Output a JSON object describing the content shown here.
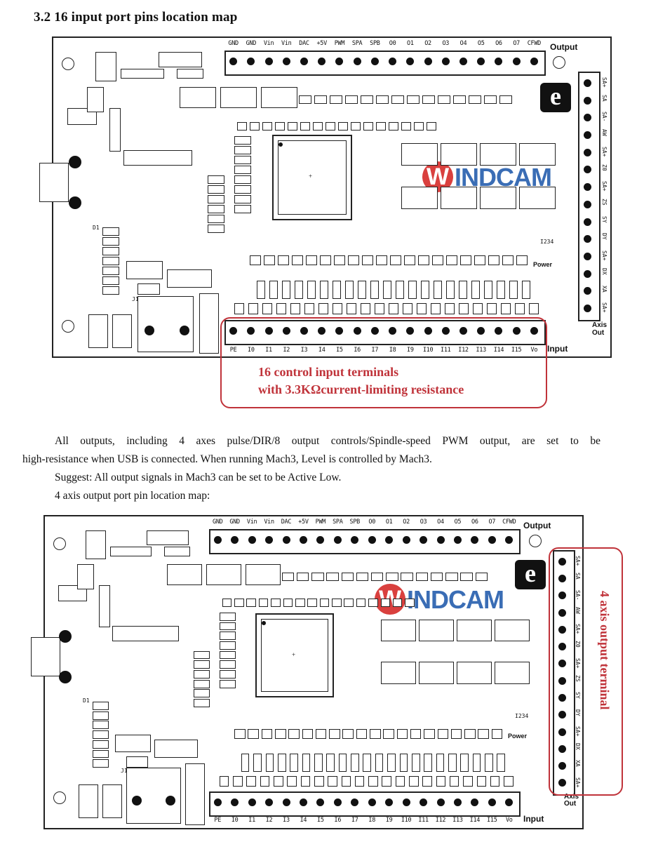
{
  "heading": "3.2 16 input port pins location map",
  "top_terminals": [
    "GND",
    "GND",
    "Vin",
    "Vin",
    "DAC",
    "+5V",
    "PWM",
    "SPA",
    "SPB",
    "O0",
    "O1",
    "O2",
    "O3",
    "O4",
    "O5",
    "O6",
    "O7",
    "CFWD"
  ],
  "bottom_terminals": [
    "PE",
    "I0",
    "I1",
    "I2",
    "I3",
    "I4",
    "I5",
    "I6",
    "I7",
    "I8",
    "I9",
    "I10",
    "I11",
    "I12",
    "I13",
    "I14",
    "I15",
    "Vo"
  ],
  "side_terminals": [
    "SA+",
    "SA",
    "SA-",
    "AW",
    "SA+",
    "Z0",
    "SA+",
    "ZS",
    "SY",
    "DY",
    "SA+",
    "DX",
    "XA",
    "SA+"
  ],
  "labels": {
    "output": "Output",
    "input": "Input",
    "axis_out_1": "Axis",
    "axis_out_2": "Out",
    "power": "Power",
    "windcam_w": "W",
    "windcam_rest": "INDCAM",
    "e_logo": "e",
    "j1": "J1",
    "d1": "D1",
    "code": "I234"
  },
  "callout_inputs_line1": "16 control input terminals",
  "callout_inputs_line2": "with 3.3KΩcurrent-limiting resistance",
  "paragraph1_line1": "All outputs, including 4 axes pulse/DIR/8 output controls/Spindle-speed PWM output, are set to be",
  "paragraph1_line2": "high-resistance when USB is connected. When running Mach3, Level is controlled by Mach3.",
  "paragraph2": "Suggest: All output signals in Mach3 can be set to be Active Low.",
  "paragraph3": "4 axis output port pin location map:",
  "callout_axis": "4 axis output terminal",
  "colors": {
    "accent_red": "#c0333a",
    "logo_blue": "#3a6db5",
    "logo_red": "#d9403e"
  }
}
